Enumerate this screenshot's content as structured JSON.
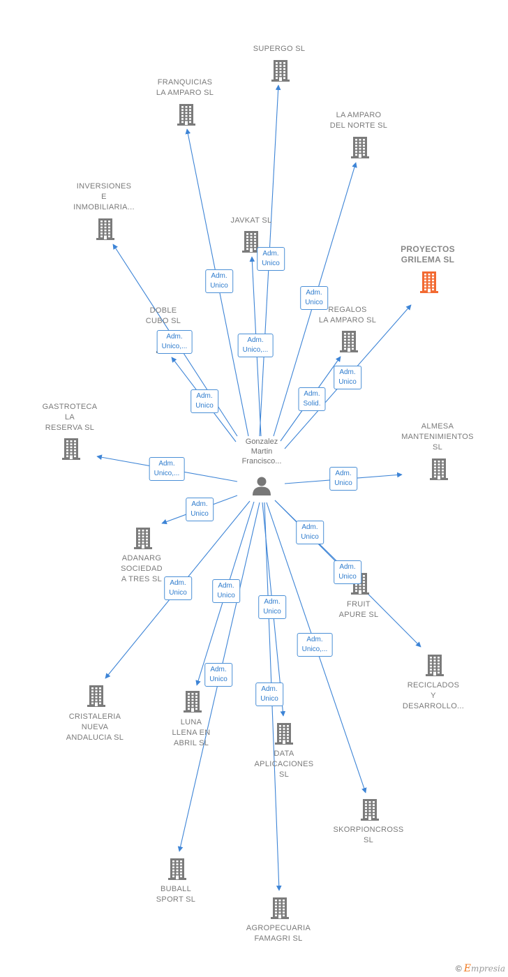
{
  "center": {
    "label": "Gonzalez\nMartin\nFrancisco..."
  },
  "colors": {
    "edge": "#3d84d6",
    "building": "#7b7b7b",
    "highlight": "#f26a32"
  },
  "nodes": [
    {
      "id": "supergo",
      "label": "SUPERGO  SL"
    },
    {
      "id": "franquicias",
      "label": "FRANQUICIAS\nLA AMPARO  SL"
    },
    {
      "id": "la-amparo-norte",
      "label": "LA AMPARO\nDEL NORTE  SL"
    },
    {
      "id": "inversiones",
      "label": "INVERSIONES\nE\nINMOBILIARIA..."
    },
    {
      "id": "javkat",
      "label": "JAVKAT SL"
    },
    {
      "id": "proyectos-grilema",
      "label": "PROYECTOS\nGRILEMA  SL",
      "highlight": true
    },
    {
      "id": "doble-cubo",
      "label": "DOBLE\nCUBO  SL"
    },
    {
      "id": "regalos",
      "label": "REGALOS\nLA AMPARO  SL"
    },
    {
      "id": "gastroteca",
      "label": "GASTROTECA\nLA\nRESERVA  SL"
    },
    {
      "id": "almesa",
      "label": "ALMESA\nMANTENIMIENTOS\nSL"
    },
    {
      "id": "adanarg",
      "label": "ADANARG\nSOCIEDAD\nA TRES SL"
    },
    {
      "id": "fruit-apure",
      "label": "FRUIT\nAPURE SL"
    },
    {
      "id": "reciclados",
      "label": "RECICLADOS\nY\nDESARROLLO..."
    },
    {
      "id": "cristaleria",
      "label": "CRISTALERIA\nNUEVA\nANDALUCIA  SL"
    },
    {
      "id": "luna-llena",
      "label": "LUNA\nLLENA EN\nABRIL  SL"
    },
    {
      "id": "data-aplicaciones",
      "label": "DATA\nAPLICACIONES\nSL"
    },
    {
      "id": "skorpioncross",
      "label": "SKORPIONCROSS\nSL"
    },
    {
      "id": "buball",
      "label": "BUBALL\nSPORT  SL"
    },
    {
      "id": "agropecuaria",
      "label": "AGROPECUARIA\nFAMAGRI  SL"
    }
  ],
  "edges": [
    {
      "to": "supergo",
      "badge": "Adm.\nUnico"
    },
    {
      "to": "franquicias",
      "badge": "Adm.\nUnico"
    },
    {
      "to": "la-amparo-norte",
      "badge": "Adm.\nUnico"
    },
    {
      "to": "inversiones",
      "badge": "Adm.\nUnico,..."
    },
    {
      "to": "javkat",
      "badge": "Adm.\nUnico,..."
    },
    {
      "to": "proyectos-grilema",
      "badge": "Adm.\nUnico"
    },
    {
      "to": "doble-cubo",
      "badge": "Adm.\nUnico"
    },
    {
      "to": "regalos",
      "badge": "Adm.\nSolid."
    },
    {
      "to": "gastroteca",
      "badge": "Adm.\nUnico,..."
    },
    {
      "to": "almesa",
      "badge": "Adm.\nUnico"
    },
    {
      "to": "adanarg",
      "badge": "Adm.\nUnico"
    },
    {
      "to": "fruit-apure",
      "badge": "Adm.\nUnico"
    },
    {
      "to": "reciclados",
      "badge": "Adm.\nUnico"
    },
    {
      "to": "cristaleria",
      "badge": "Adm.\nUnico"
    },
    {
      "to": "luna-llena",
      "badge": "Adm.\nUnico"
    },
    {
      "to": "data-aplicaciones",
      "badge": "Adm.\nUnico"
    },
    {
      "to": "skorpioncross",
      "badge": "Adm.\nUnico,..."
    },
    {
      "to": "buball",
      "badge": "Adm.\nUnico"
    },
    {
      "to": "agropecuaria",
      "badge": "Adm.\nUnico"
    }
  ],
  "footer": {
    "copyright": "©",
    "brand_initial": "E",
    "brand_rest": "mpresia"
  }
}
